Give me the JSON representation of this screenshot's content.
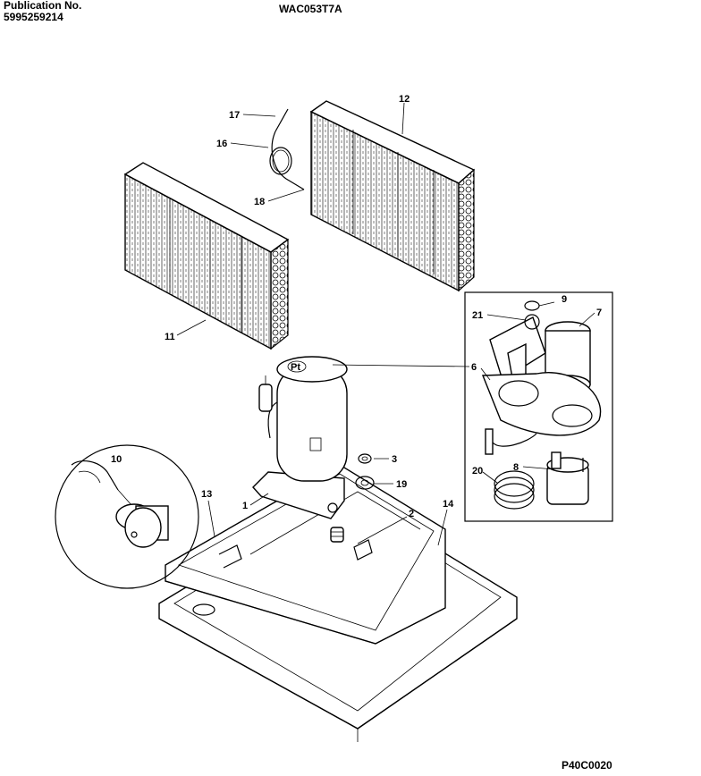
{
  "header": {
    "publication_label": "Publication No.",
    "publication_number": "5995259214",
    "model": "WAC053T7A"
  },
  "footer": {
    "drawing_code": "P40C0020"
  },
  "callouts": [
    "17",
    "16",
    "18",
    "12",
    "11",
    "9",
    "21",
    "7",
    "6",
    "1",
    "3",
    "19",
    "10",
    "13",
    "2",
    "14",
    "8",
    "20"
  ],
  "compressor_marking": "Pt"
}
